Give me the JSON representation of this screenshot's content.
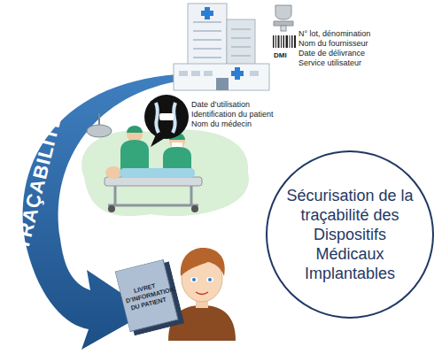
{
  "diagram": {
    "nodes": [
      {
        "text": [
          "Sécurisation de la traçabilité des Dispositifs Médicaux Implantables"
        ]
      },
      {
        "text": [
          "LIVRET D’INFORMATION DU PATIENT"
        ]
      }
    ],
    "labels": [
      "N° lot, dénomination",
      "Nom du fournisseur",
      "Date de délivrance",
      "Service utilisateur",
      "DMI",
      "Date d’utilisation",
      "Identification du patient",
      "Nom du médecin",
      "TRAÇABILITÉ"
    ]
  }
}
